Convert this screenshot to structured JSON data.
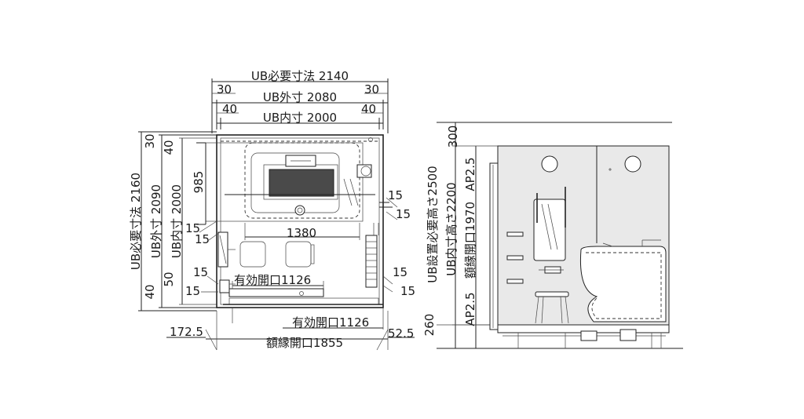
{
  "plan": {
    "width_required": "UB必要寸法 2140",
    "margin_top_left": "30",
    "margin_top_right": "30",
    "width_outer": "UB外寸 2080",
    "inner_left": "40",
    "inner_right": "40",
    "width_inner": "UB内寸 2000",
    "depth_required": "UB必要寸法 2160",
    "depth_outer": "UB外寸 2090",
    "depth_inner": "UB内寸 2000",
    "left_30": "30",
    "left_40_top": "40",
    "left_40_bottom": "40",
    "left_50": "50",
    "tub_depth": "985",
    "tub_width": "1380",
    "right_15_a": "15",
    "right_15_b": "15",
    "right_15_c": "15",
    "right_15_d": "15",
    "left_15_a": "15",
    "left_15_b": "15",
    "left_15_c": "15",
    "left_15_d": "15",
    "door_opening_inner": "有効開口1126",
    "door_opening_outer": "有効開口1126",
    "frame_opening": "額縁開口1855",
    "offset_left": "172.5",
    "offset_right": "52.5"
  },
  "section": {
    "install_height": "UB設置必要高さ2500",
    "inner_height": "UB内寸高さ2200",
    "frame_opening": "額縁開口1970",
    "ap_top": "AP2.5",
    "ap_bottom": "AP2.5",
    "top_gap": "300",
    "floor_height": "260"
  }
}
